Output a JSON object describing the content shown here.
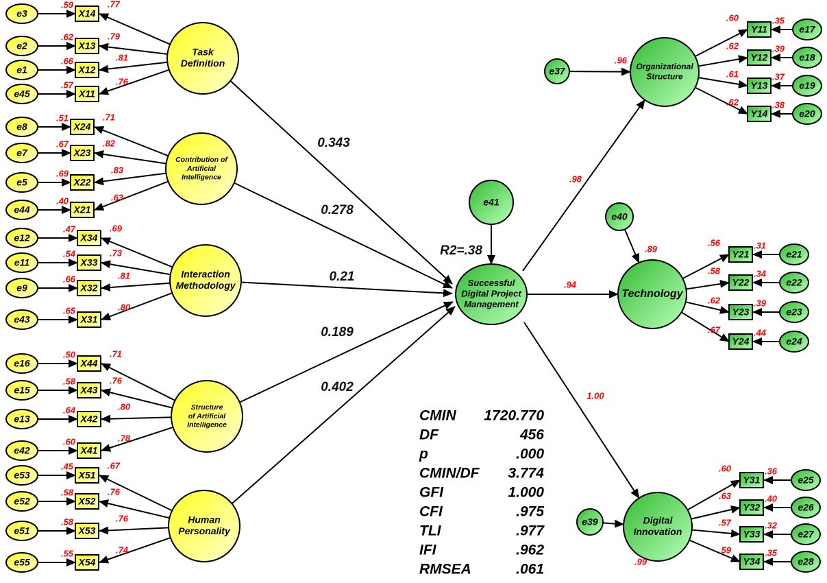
{
  "model": {
    "colors": {
      "exogenous_fill": "#ffff66",
      "endogenous_fill": "#55cc55",
      "estimate_label": "#ff0000",
      "line": "#000000"
    },
    "exogenous_factors": [
      {
        "name": "Task Definition",
        "lines": [
          "Task",
          "Definition"
        ],
        "path_coefficient": "0.343",
        "indicators": [
          {
            "name": "X14",
            "error": "e3",
            "r2": ".59",
            "loading": ".77"
          },
          {
            "name": "X13",
            "error": "e2",
            "r2": ".62",
            "loading": ".79"
          },
          {
            "name": "X12",
            "error": "e1",
            "r2": ".66",
            "loading": ".81"
          },
          {
            "name": "X11",
            "error": "e45",
            "r2": ".57",
            "loading": ".76"
          }
        ]
      },
      {
        "name": "Contribution of Artificial Intelligence",
        "lines": [
          "Contribution of",
          "Artificial",
          "Intelligence"
        ],
        "path_coefficient": "0.278",
        "indicators": [
          {
            "name": "X24",
            "error": "e8",
            "r2": ".51",
            "loading": ".71"
          },
          {
            "name": "X23",
            "error": "e7",
            "r2": ".67",
            "loading": ".82"
          },
          {
            "name": "X22",
            "error": "e5",
            "r2": ".69",
            "loading": ".83"
          },
          {
            "name": "X21",
            "error": "e44",
            "r2": ".40",
            "loading": ".63"
          }
        ]
      },
      {
        "name": "Interaction Methodology",
        "lines": [
          "Interaction",
          "Methodology"
        ],
        "path_coefficient": "0.21",
        "indicators": [
          {
            "name": "X34",
            "error": "e12",
            "r2": ".47",
            "loading": ".69"
          },
          {
            "name": "X33",
            "error": "e11",
            "r2": ".54",
            "loading": ".73"
          },
          {
            "name": "X32",
            "error": "e9",
            "r2": ".66",
            "loading": ".81"
          },
          {
            "name": "X31",
            "error": "e43",
            "r2": ".65",
            "loading": ".80"
          }
        ]
      },
      {
        "name": "Structure of Artificial Intelligence",
        "lines": [
          "Structure",
          "of Artificial",
          "Intelligence"
        ],
        "path_coefficient": "0.189",
        "indicators": [
          {
            "name": "X44",
            "error": "e16",
            "r2": ".50",
            "loading": ".71"
          },
          {
            "name": "X43",
            "error": "e15",
            "r2": ".58",
            "loading": ".76"
          },
          {
            "name": "X42",
            "error": "e13",
            "r2": ".64",
            "loading": ".80"
          },
          {
            "name": "X41",
            "error": "e42",
            "r2": ".60",
            "loading": ".78"
          }
        ]
      },
      {
        "name": "Human Personality",
        "lines": [
          "Human",
          "Personality"
        ],
        "path_coefficient": "0.402",
        "indicators": [
          {
            "name": "X51",
            "error": "e53",
            "r2": ".45",
            "loading": ".67"
          },
          {
            "name": "X52",
            "error": "e52",
            "r2": ".58",
            "loading": ".76"
          },
          {
            "name": "X53",
            "error": "e51",
            "r2": ".58",
            "loading": ".76"
          },
          {
            "name": "X54",
            "error": "e55",
            "r2": ".55",
            "loading": ".74"
          }
        ]
      }
    ],
    "central": {
      "name": "Successful Digital Project Management",
      "lines": [
        "Successful",
        "Digital Project",
        "Management"
      ],
      "error": "e41",
      "r2_label": "R2=.38"
    },
    "endogenous_factors": [
      {
        "name": "Organizational Structure",
        "lines": [
          "Organizational",
          "Structure"
        ],
        "error": "e37",
        "r2": ".96",
        "path_coefficient": ".98",
        "indicators": [
          {
            "name": "Y11",
            "error": "e17",
            "loading": ".60",
            "r2": ".35"
          },
          {
            "name": "Y12",
            "error": "e18",
            "loading": ".62",
            "r2": ".39"
          },
          {
            "name": "Y13",
            "error": "e19",
            "loading": ".61",
            "r2": ".37"
          },
          {
            "name": "Y14",
            "error": "e20",
            "loading": ".62",
            "r2": ".38"
          }
        ]
      },
      {
        "name": "Technology",
        "lines": [
          "Technology"
        ],
        "error": "e40",
        "r2": ".89",
        "path_coefficient": ".94",
        "indicators": [
          {
            "name": "Y21",
            "error": "e21",
            "loading": ".56",
            "r2": ".31"
          },
          {
            "name": "Y22",
            "error": "e22",
            "loading": ".58",
            "r2": ".34"
          },
          {
            "name": "Y23",
            "error": "e23",
            "loading": ".62",
            "r2": ".39"
          },
          {
            "name": "Y24",
            "error": "e24",
            "loading": ".67",
            "r2": ".44"
          }
        ]
      },
      {
        "name": "Digital Innovation",
        "lines": [
          "Digital",
          "Innovation"
        ],
        "error": "e39",
        "r2": ".99",
        "path_coefficient": "1.00",
        "indicators": [
          {
            "name": "Y31",
            "error": "e25",
            "loading": ".60",
            "r2": ".36"
          },
          {
            "name": "Y32",
            "error": "e26",
            "loading": ".63",
            "r2": ".40"
          },
          {
            "name": "Y33",
            "error": "e27",
            "loading": ".57",
            "r2": ".32"
          },
          {
            "name": "Y34",
            "error": "e28",
            "loading": ".59",
            "r2": ".35"
          }
        ]
      }
    ],
    "fit_indices": [
      {
        "label": "CMIN",
        "value": "1720.770"
      },
      {
        "label": "DF",
        "value": "456"
      },
      {
        "label": "p",
        "value": ".000"
      },
      {
        "label": "CMIN/DF",
        "value": "3.774"
      },
      {
        "label": "GFI",
        "value": "1.000"
      },
      {
        "label": "CFI",
        "value": ".975"
      },
      {
        "label": "TLI",
        "value": ".977"
      },
      {
        "label": "IFI",
        "value": ".962"
      },
      {
        "label": "RMSEA",
        "value": ".061"
      }
    ]
  }
}
